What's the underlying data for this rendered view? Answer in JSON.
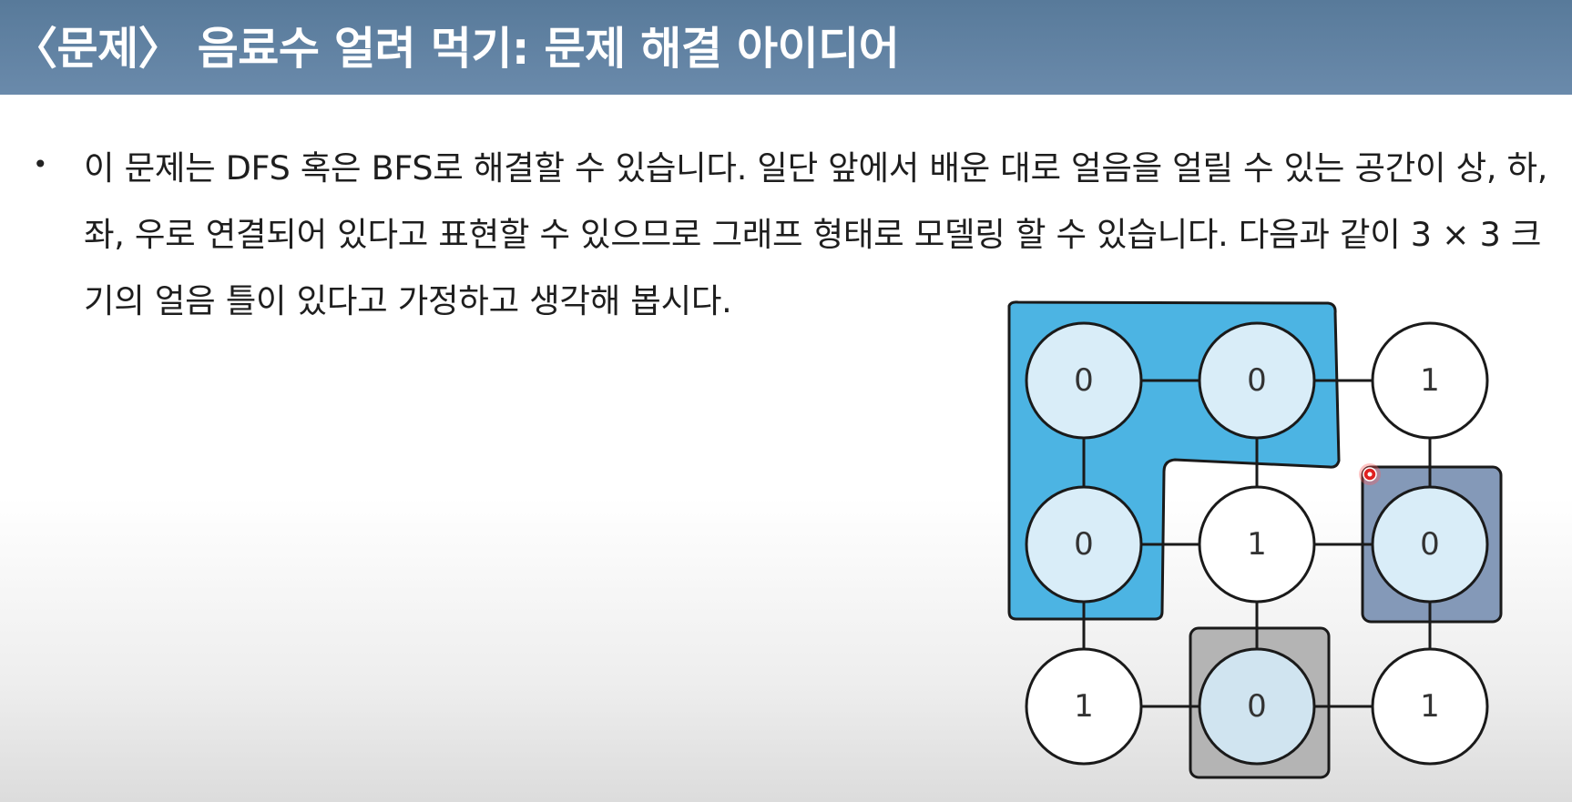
{
  "slide": {
    "title": "〈문제〉 음료수 얼려 먹기: 문제 해결 아이디어",
    "bullet_symbol": "•",
    "paragraph": "이 문제는 DFS 혹은 BFS로 해결할 수 있습니다. 일단 앞에서 배운 대로 얼음을 얼릴 수 있는 공간이 상, 하, 좌, 우로 연결되어 있다고 표현할 수 있으므로 그래프 형태로 모델링 할 수 있습니다. 다음과 같이 3 × 3 크기의 얼음 틀이 있다고 가정하고 생각해 봅시다."
  },
  "diagram": {
    "grid": [
      [
        "0",
        "0",
        "1"
      ],
      [
        "0",
        "1",
        "0"
      ],
      [
        "1",
        "0",
        "1"
      ]
    ],
    "colors": {
      "group_a": "#4cb4e3",
      "group_b": "#8499b8",
      "group_c": "#b4b4b4",
      "zero_node_fill": "#d9edf8",
      "one_node_fill": "#ffffff",
      "laser_pointer": "#e02020"
    }
  }
}
